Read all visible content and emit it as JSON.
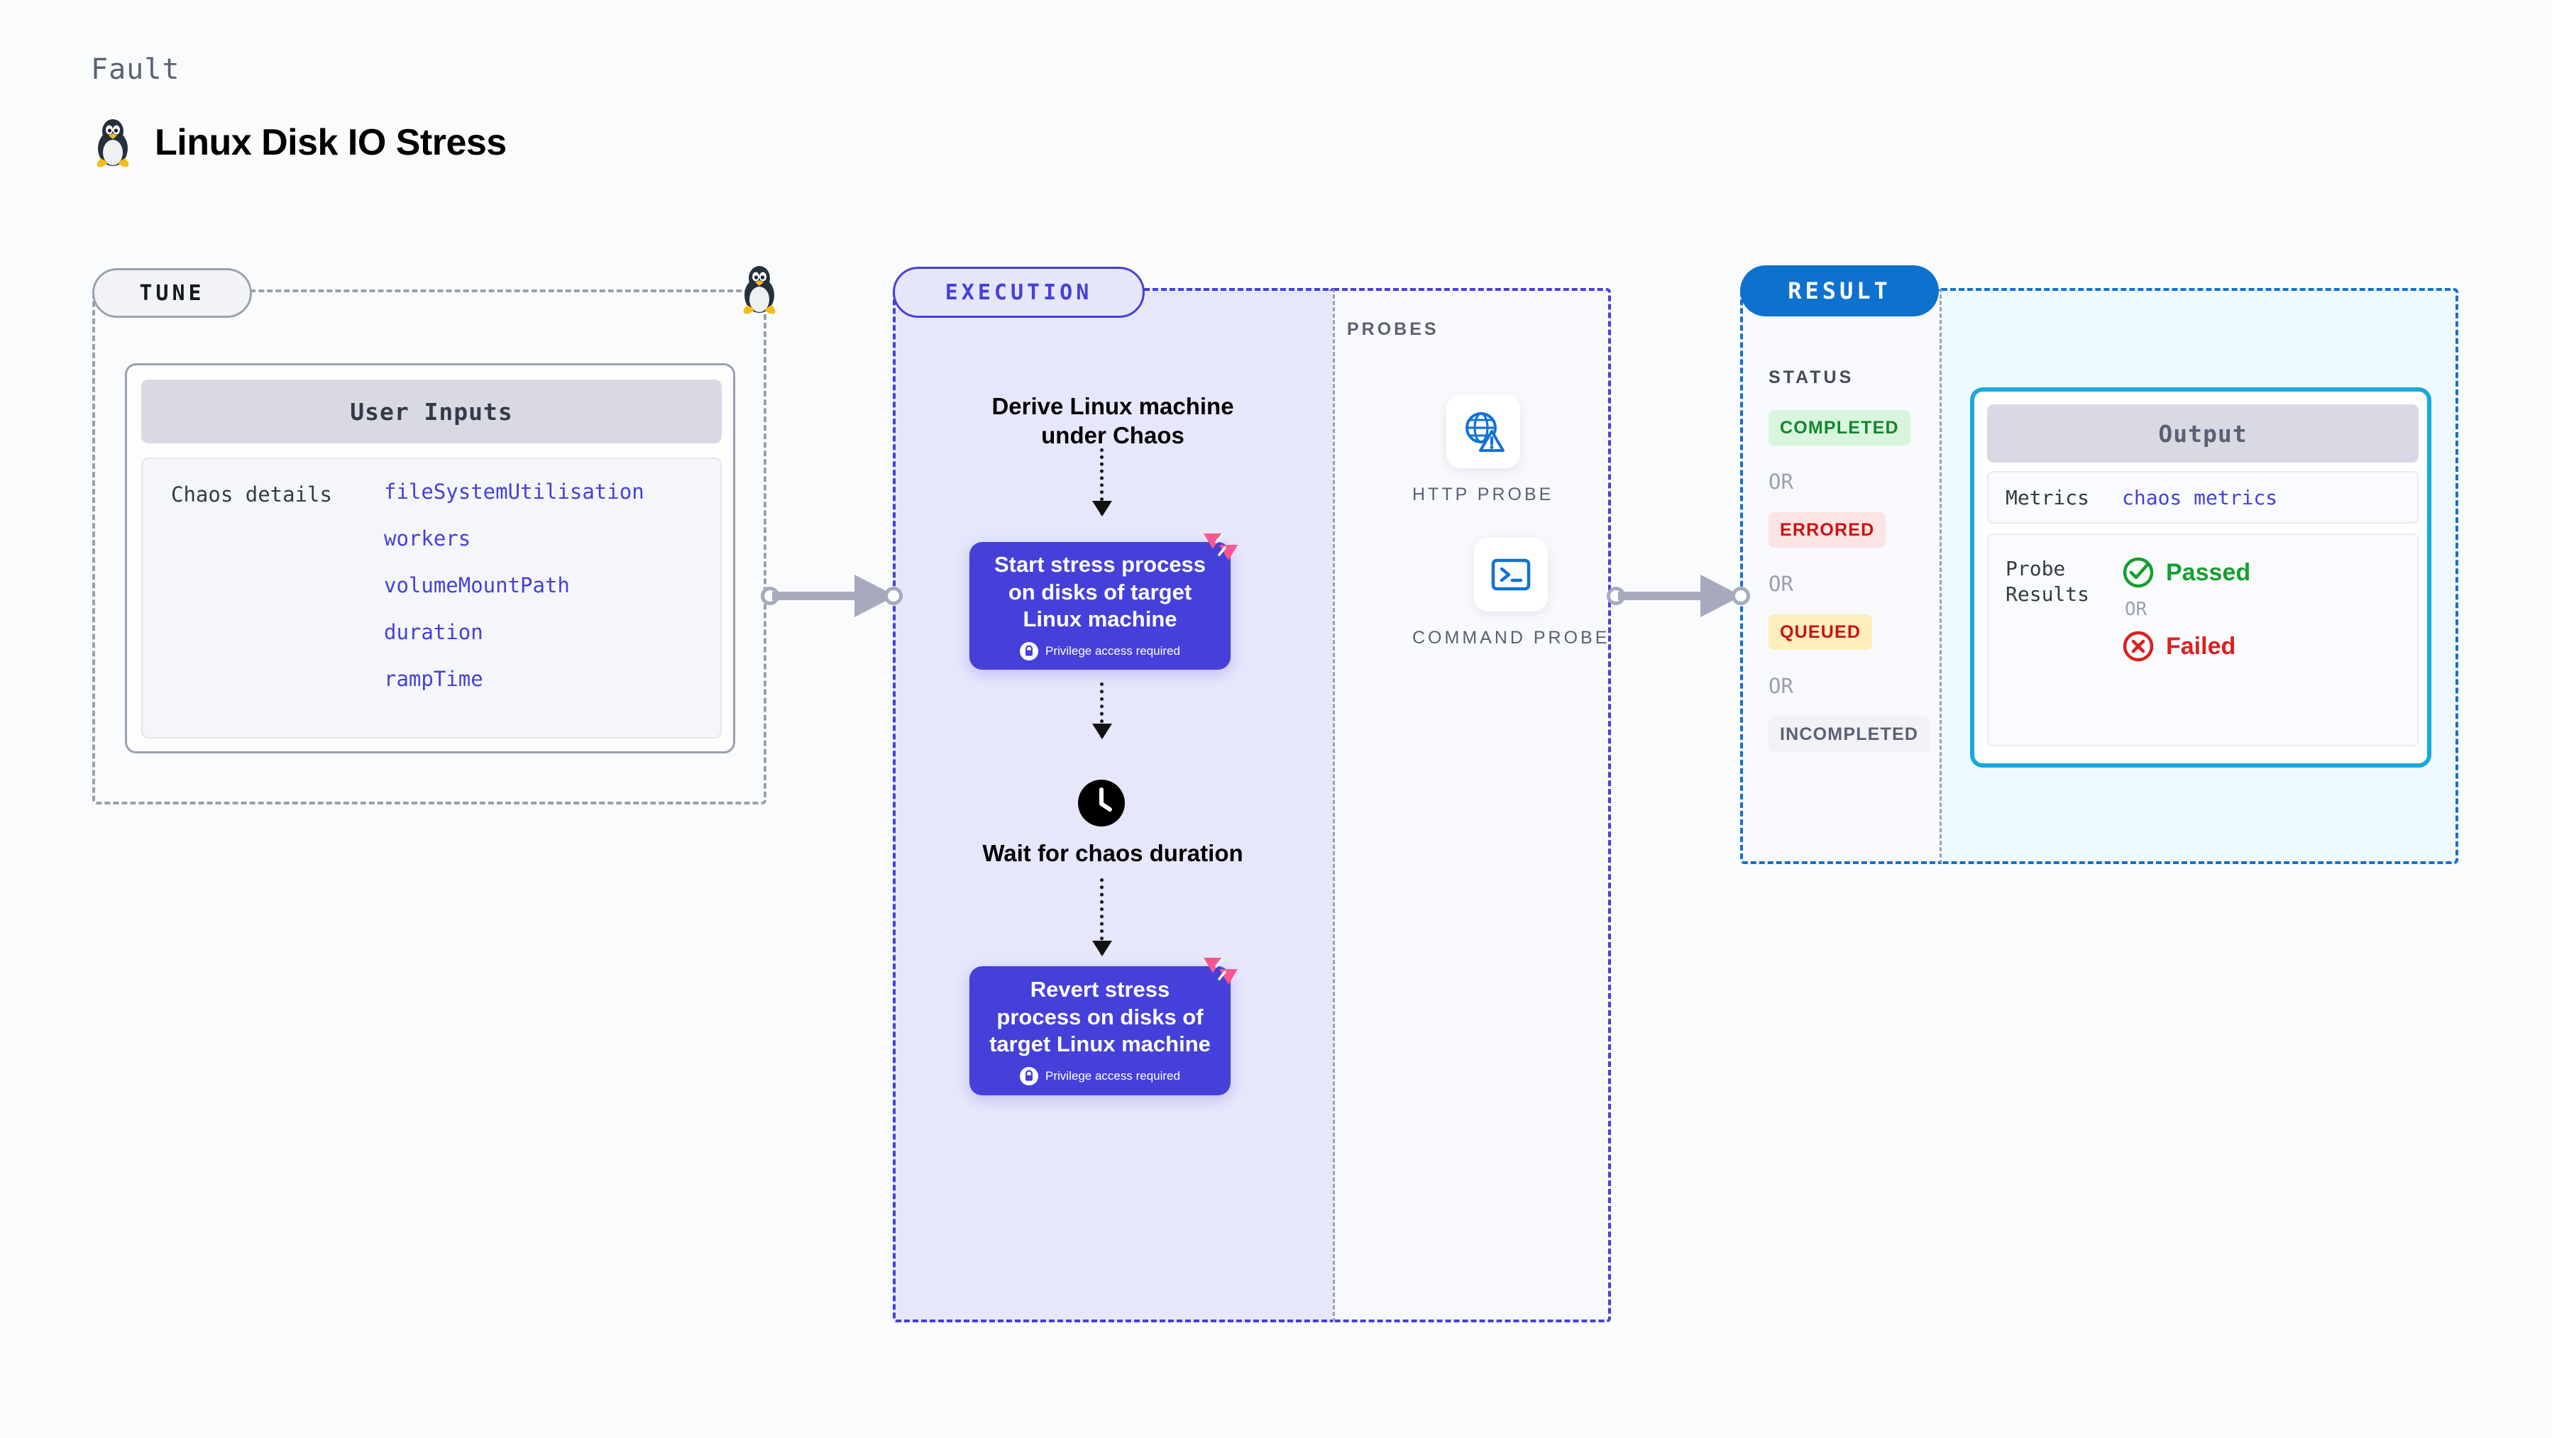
{
  "header": {
    "kicker": "Fault",
    "title": "Linux Disk IO Stress",
    "icon": "linux-tux-icon"
  },
  "tune": {
    "badge": "TUNE",
    "corner_icon": "linux-tux-icon",
    "user_inputs": {
      "title": "User Inputs",
      "key_label": "Chaos details",
      "values": [
        "fileSystemUtilisation",
        "workers",
        "volumeMountPath",
        "duration",
        "rampTime"
      ]
    }
  },
  "execution": {
    "badge": "EXECUTION",
    "steps": [
      {
        "type": "label",
        "text": "Derive Linux machine under Chaos"
      },
      {
        "type": "card",
        "text": "Start stress process on disks of target Linux machine",
        "note": "Privilege access required",
        "note_icon": "lock-icon",
        "corner_icon": "litmus-chaos-logo-icon"
      },
      {
        "type": "wait",
        "text": "Wait for chaos duration",
        "icon": "clock-icon"
      },
      {
        "type": "card",
        "text": "Revert stress process on disks of target Linux machine",
        "note": "Privilege access required",
        "note_icon": "lock-icon",
        "corner_icon": "litmus-chaos-logo-icon"
      }
    ]
  },
  "probes": {
    "title": "PROBES",
    "items": [
      {
        "label": "HTTP PROBE",
        "icon": "globe-warning-icon"
      },
      {
        "label": "COMMAND PROBE",
        "icon": "terminal-icon"
      }
    ]
  },
  "result": {
    "badge": "RESULT",
    "status_title": "STATUS",
    "or_label": "OR",
    "statuses": [
      {
        "label": "COMPLETED",
        "bg": "#d9f5de",
        "fg": "#12862f"
      },
      {
        "label": "ERRORED",
        "bg": "#fce4e4",
        "fg": "#cc1111"
      },
      {
        "label": "QUEUED",
        "bg": "#fdeebc",
        "fg": "#cc1111"
      },
      {
        "label": "INCOMPLETED",
        "bg": "#f1f1f6",
        "fg": "#5b6173"
      }
    ],
    "output": {
      "title": "Output",
      "metrics_label": "Metrics",
      "metrics_value": "chaos metrics",
      "probe_results_label": "Probe Results",
      "passed_label": "Passed",
      "failed_label": "Failed",
      "or_label": "OR",
      "passed_icon": "check-circle-icon",
      "failed_icon": "x-circle-icon"
    }
  },
  "colors": {
    "accent_purple": "#4540d9",
    "accent_blue": "#0c72ce",
    "accent_cyan": "#19a8e0",
    "pink_logo": "#f9568f",
    "connector_gray": "#a7aabd"
  }
}
